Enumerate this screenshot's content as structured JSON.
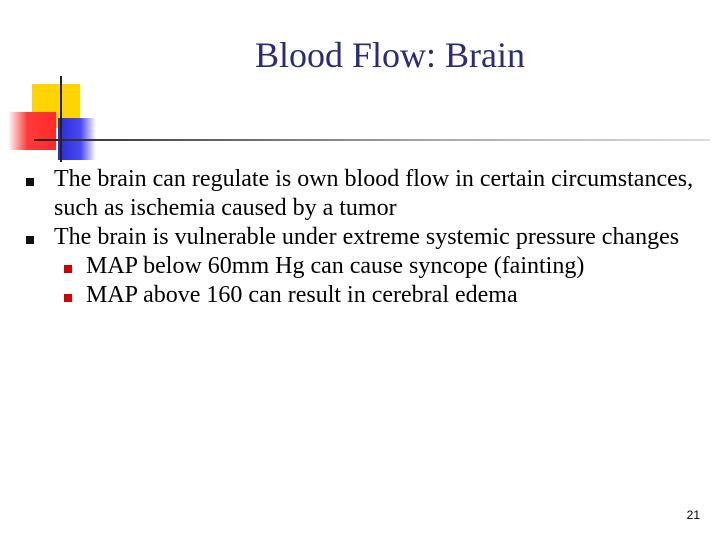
{
  "slide": {
    "title": "Blood Flow: Brain",
    "bullets": [
      "The brain can regulate is own blood flow in certain circumstances, such as ischemia caused by a tumor",
      "The brain is vulnerable under extreme systemic pressure changes"
    ],
    "sub_bullets": [
      "MAP below 60mm Hg can cause syncope (fainting)",
      "MAP above 160 can result in cerebral edema"
    ],
    "page_number": "21"
  },
  "colors": {
    "title": "#2b2b7a",
    "bullet_primary": "#111111",
    "bullet_secondary": "#d40000",
    "logo_yellow": "#ffd400",
    "logo_red": "#ff2a2a",
    "logo_blue": "#2a2ad8"
  }
}
